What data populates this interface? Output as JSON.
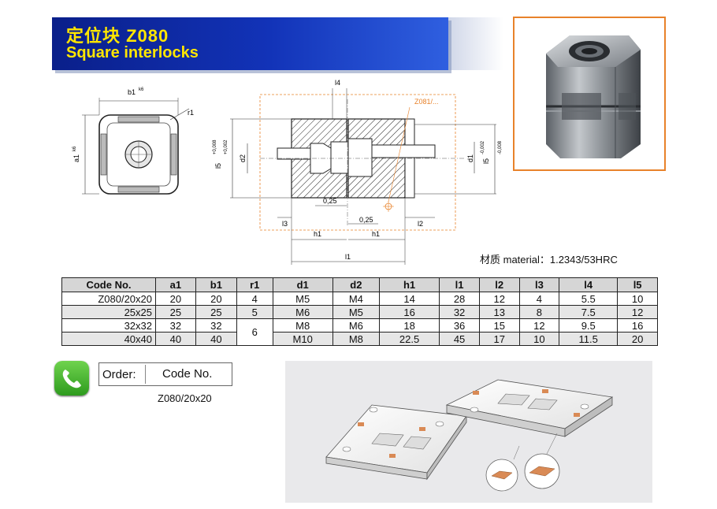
{
  "header": {
    "title_cn": "定位块  Z080",
    "title_en": "Square interlocks"
  },
  "drawing": {
    "labels": {
      "b1": "b1",
      "k6": "k6",
      "a1": "a1",
      "r1": "r1",
      "l4": "l4",
      "z081": "Z081/...",
      "l5_left": "l5",
      "tol_left_top": "+0,008",
      "tol_left_bot": "+0,002",
      "d2": "d2",
      "d1": "d1",
      "l5_right": "l5",
      "tol_right_top": "-0,002",
      "tol_right_bot": "-0,008",
      "gap1": "0,25",
      "gap2": "0,25",
      "l3": "l3",
      "l2": "l2",
      "h1_left": "h1",
      "h1_right": "h1",
      "l1": "l1"
    }
  },
  "material": "材质  material：1.2343/53HRC",
  "table": {
    "headers": [
      "Code No.",
      "a1",
      "b1",
      "r1",
      "d1",
      "d2",
      "h1",
      "l1",
      "l2",
      "l3",
      "l4",
      "l5"
    ],
    "rows": [
      [
        "Z080/20x20",
        "20",
        "20",
        "4",
        "M5",
        "M4",
        "14",
        "28",
        "12",
        "4",
        "5.5",
        "10"
      ],
      [
        "25x25",
        "25",
        "25",
        "5",
        "M6",
        "M5",
        "16",
        "32",
        "13",
        "8",
        "7.5",
        "12"
      ],
      [
        "32x32",
        "32",
        "32",
        "6",
        "M8",
        "M6",
        "18",
        "36",
        "15",
        "12",
        "9.5",
        "16"
      ],
      [
        "40x40",
        "40",
        "40",
        "",
        "M10",
        "M8",
        "22.5",
        "45",
        "17",
        "10",
        "11.5",
        "20"
      ]
    ]
  },
  "order": {
    "label": "Order:",
    "code_label": "Code No.",
    "example": "Z080/20x20"
  },
  "colors": {
    "banner_blue": "#1233b8",
    "title_yellow": "#ffe600",
    "photo_border": "#e8822a",
    "part_orange": "#d98a55"
  },
  "icons": [
    "phone-icon"
  ]
}
